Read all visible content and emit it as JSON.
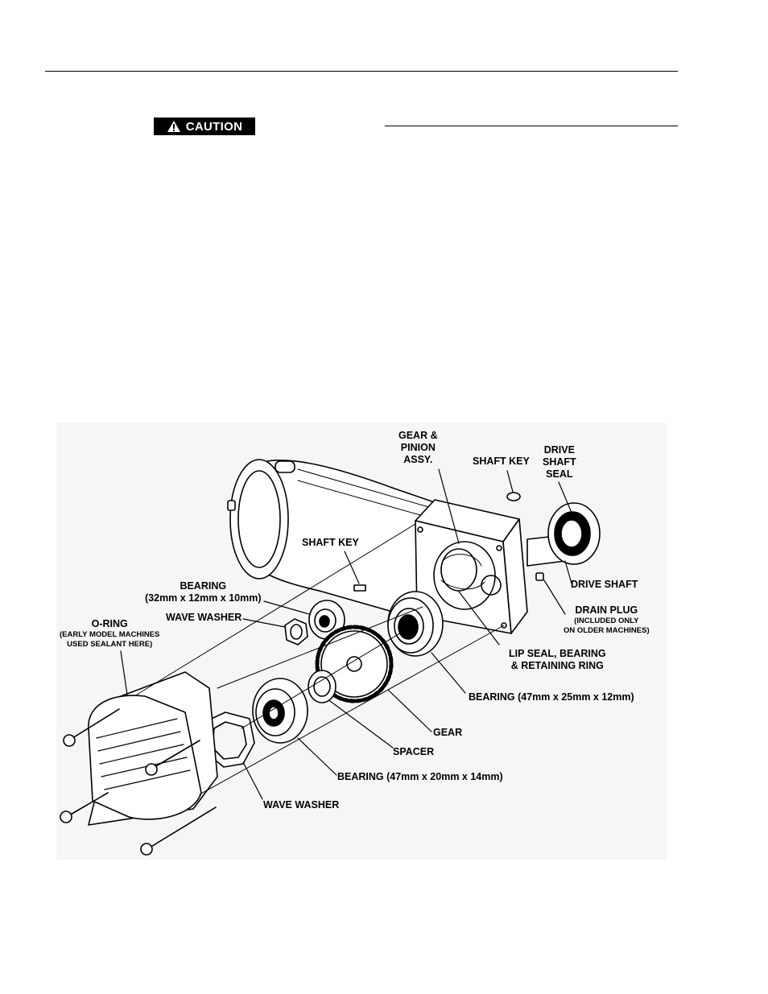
{
  "caution_label": "CAUTION",
  "caution_icon": "warning-triangle-icon",
  "figure": {
    "labels": {
      "gear_pinion_assy": [
        "GEAR &",
        "PINION",
        "ASSY."
      ],
      "shaft_key_top": "SHAFT KEY",
      "drive_shaft_seal": [
        "DRIVE",
        "SHAFT",
        "SEAL"
      ],
      "shaft_key_mid": "SHAFT KEY",
      "drive_shaft": "DRIVE SHAFT",
      "bearing_small": [
        "BEARING",
        "(32mm x 12mm x 10mm)"
      ],
      "drain_plug": "DRAIN PLUG",
      "drain_plug_note": [
        "(INCLUDED ONLY",
        "ON OLDER MACHINES)"
      ],
      "wave_washer_top": "WAVE WASHER",
      "o_ring": "O-RING",
      "o_ring_note": [
        "(EARLY MODEL MACHINES",
        "USED SEALANT HERE)"
      ],
      "lip_seal": [
        "LIP SEAL, BEARING",
        "& RETAINING RING"
      ],
      "bearing_47_25_12": "BEARING (47mm x 25mm x 12mm)",
      "gear": "GEAR",
      "spacer": "SPACER",
      "bearing_47_20_14": "BEARING (47mm x 20mm x 14mm)",
      "wave_washer_bottom": "WAVE WASHER"
    }
  }
}
